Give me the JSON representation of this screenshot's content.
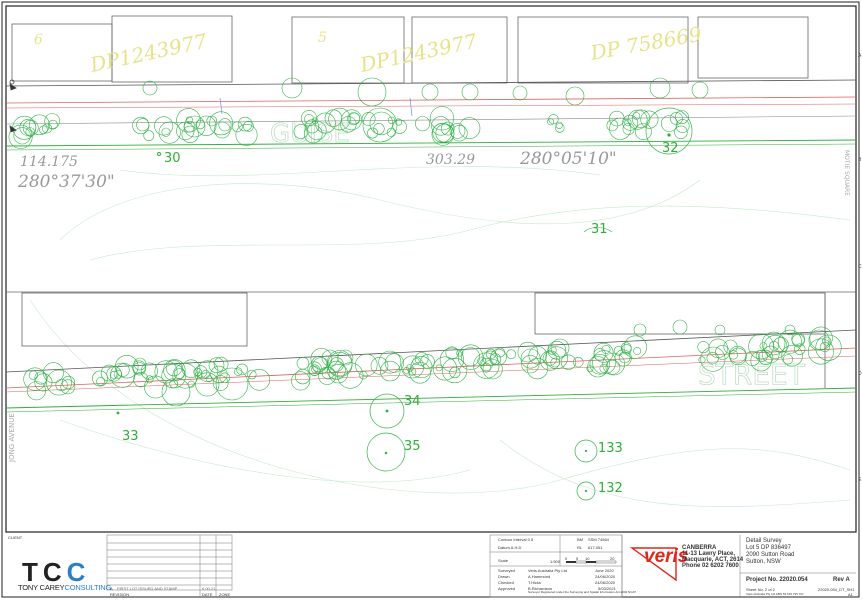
{
  "plan": {
    "pegs": [
      "30",
      "31",
      "32",
      "33",
      "34",
      "35",
      "133",
      "132"
    ],
    "road_names": {
      "top": "GUISE",
      "bottom": "STREET"
    },
    "bearings": [
      {
        "distance": "114.175",
        "bearing": "280°37'30\""
      },
      {
        "distance": "303.29",
        "bearing": "280°05'10\""
      }
    ],
    "lot_labels": [
      "6",
      "DP1243977",
      "5",
      "DP1243977",
      "DP 758669"
    ],
    "side_street": "JONG AVENUE",
    "right_street": "MOTIE SQUARE",
    "border_letters": [
      "A",
      "B",
      "C",
      "D",
      "E"
    ],
    "colors": {
      "tree": "#33b34a",
      "kerb": "#2fae3a",
      "fence": "#d23a3a",
      "boundary": "#555555",
      "lot_text": "#e2e27a",
      "contour": "#bde5c4"
    }
  },
  "titleblock": {
    "client_label": "CLIENT",
    "logo_letters": {
      "t": "T",
      "c1": "C",
      "c2": "C"
    },
    "logo_name_a": "TONY CAREY",
    "logo_name_b": "CONSULTING",
    "revision_row": {
      "rev": "A",
      "desc": "FIRST LOT ISSUED AND STAMP",
      "date": "0.00.21"
    },
    "revision_header": {
      "rev": "REVISION",
      "date": "DATE",
      "zone": "ZONE"
    },
    "contour_interval": "Contour Interval   0.5",
    "datum": "Datum  A.H.D",
    "bm": "BM",
    "bm_value": "SSM 74564",
    "rl": "RL",
    "rl_value": "617.051",
    "scale_label": "Scale",
    "scale_value": "1:500",
    "scale_ticks": [
      "0",
      "5",
      "10",
      "20"
    ],
    "rows": [
      {
        "k": "Surveyed",
        "v": "Veris Australia Pty Ltd",
        "d": "June 2020"
      },
      {
        "k": "Drawn",
        "v": "A.Hammond",
        "d": "24/06/2020"
      },
      {
        "k": "Checked",
        "v": "T.Hicks",
        "d": "24/06/2020"
      },
      {
        "k": "Approved",
        "v": "B.Richardson",
        "d": "5/03/2021"
      }
    ],
    "approved_note": "Surveyor Registered under the Surveying and Spatial Information Act 2002 NCAT",
    "veris": "veris",
    "office": "CANBERRA",
    "address1": "11-13 Lawry Place,",
    "address2": "Macquarie, ACT, 2614",
    "phone": "Phone 02 6202 7600",
    "survey_title": "Detail Survey",
    "lot": "Lot 5 DP 836497",
    "road": "2090 Sutton Road",
    "suburb": "Sutton, NSW",
    "project_label": "Project No.  22020.054",
    "rev_label": "Rev  A",
    "sheet": "Sheet No.   2 of 2",
    "drawing_no": "22020.054_DT_SH1",
    "copyright": "Veris Australia Pty Ltd  ABN 53 615 735 727",
    "scale_a": "A1"
  }
}
